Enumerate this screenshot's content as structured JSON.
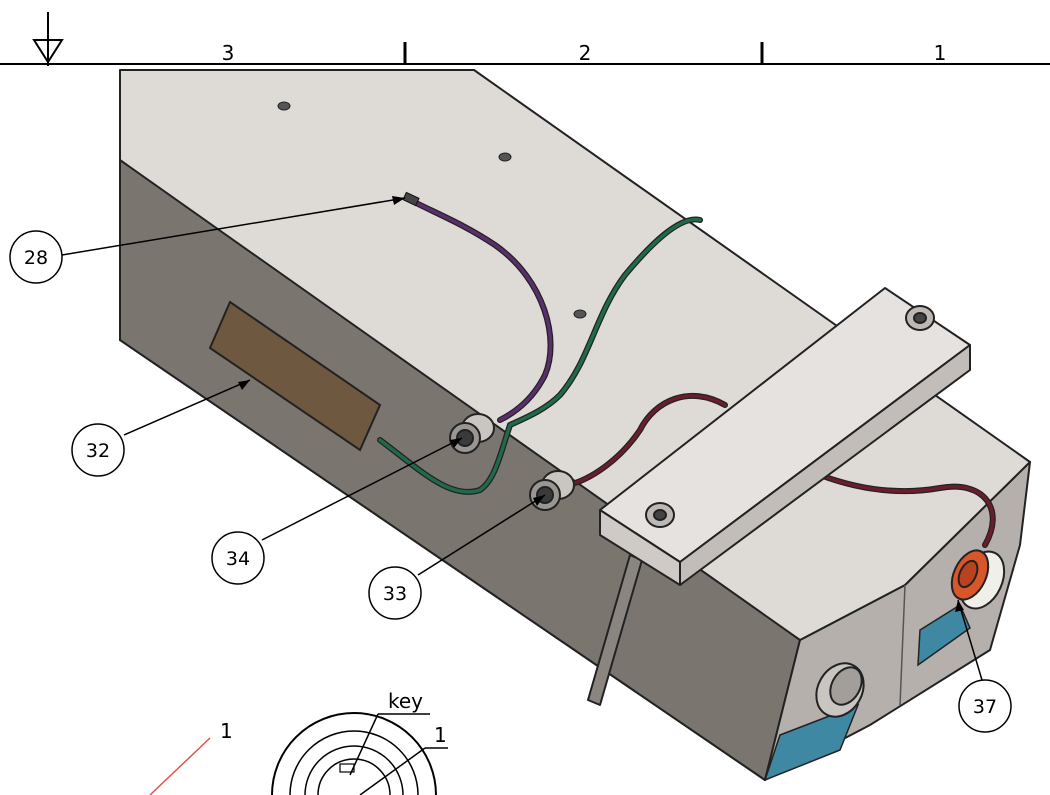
{
  "zones": [
    "3",
    "2",
    "1"
  ],
  "balloons": {
    "b28": "28",
    "b32": "32",
    "b34": "34",
    "b33": "33",
    "b37": "37"
  },
  "detail": {
    "key_label": "key",
    "ref_label": "1",
    "red_label": "1"
  },
  "colors": {
    "top_face": "#dedbd7",
    "side_face": "#7b7570",
    "front_face": "#b5b0ab",
    "label_plate": "#6e5840",
    "wire_purple": "#5a2e6b",
    "wire_green": "#1f6a4a",
    "wire_red": "#6b1e2a",
    "blue_panel": "#3f88a3",
    "orange_connector": "#d9562a",
    "red_leader": "#e0544c"
  }
}
